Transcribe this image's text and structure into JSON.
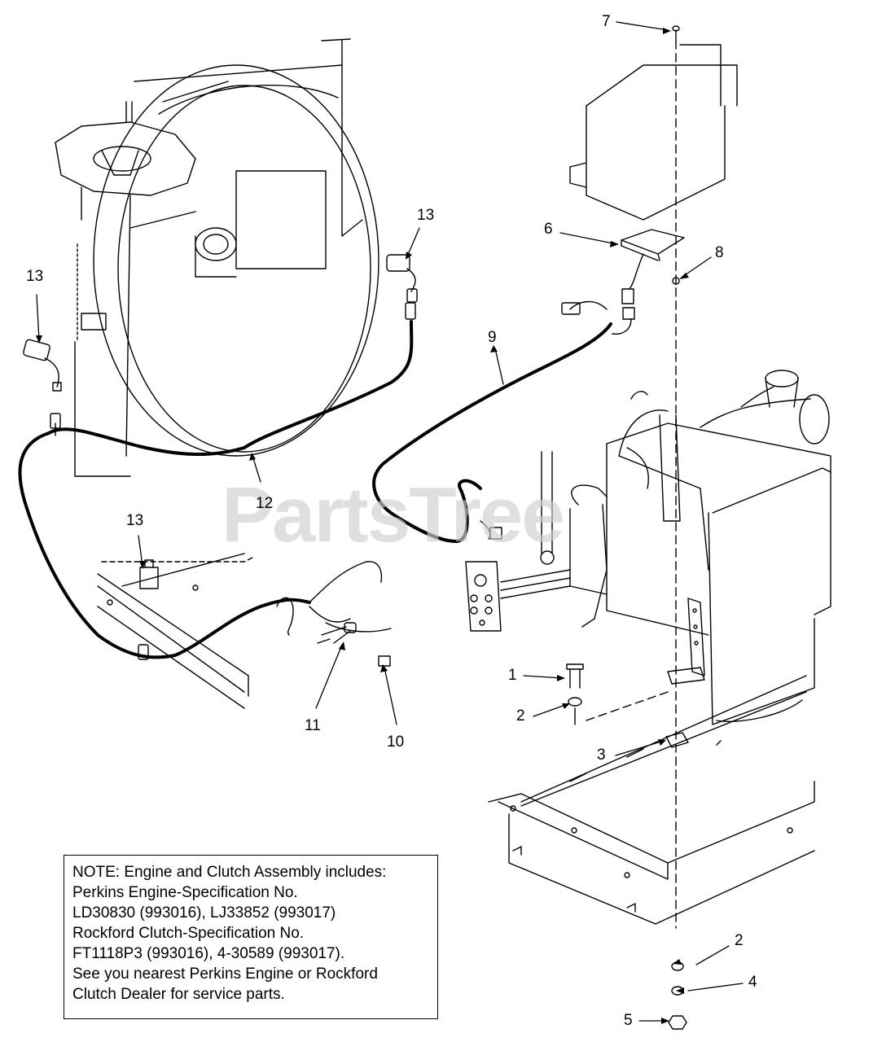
{
  "watermark": "PartsTree",
  "callouts": {
    "c1": "1",
    "c2a": "2",
    "c2b": "2",
    "c3": "3",
    "c4": "4",
    "c5": "5",
    "c6": "6",
    "c7": "7",
    "c8": "8",
    "c9": "9",
    "c10": "10",
    "c11": "11",
    "c12": "12",
    "c13a": "13",
    "c13b": "13",
    "c13c": "13"
  },
  "note": {
    "lines": [
      "NOTE: Engine and Clutch Assembly includes:",
      "Perkins Engine-Specification No.",
      "LD30830 (993016), LJ33852 (993017)",
      "Rockford Clutch-Specification No.",
      "FT1118P3 (993016), 4-30589 (993017).",
      "See you nearest Perkins Engine or Rockford",
      "Clutch Dealer for service parts."
    ]
  }
}
